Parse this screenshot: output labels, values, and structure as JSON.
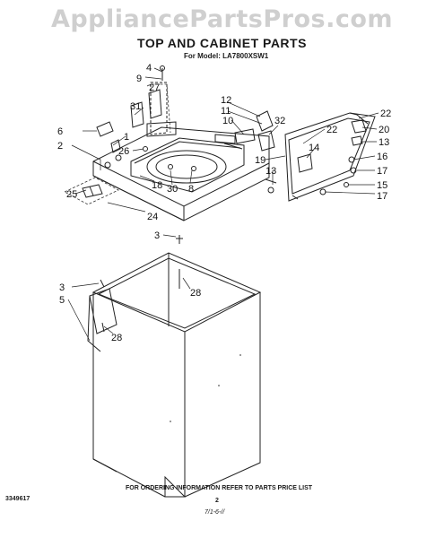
{
  "watermark": "AppliancePartsPros.com",
  "header": {
    "title": "TOP AND CABINET PARTS",
    "model": "For Model: LA7800XSW1"
  },
  "footer": {
    "doc_number": "3349617",
    "ordering_note": "FOR ORDERING INFORMATION REFER TO PARTS PRICE LIST",
    "page_number": "2",
    "handwritten_mark": "7/1-6-//"
  },
  "callouts": [
    "4",
    "9",
    "27",
    "31",
    "6",
    "1",
    "2",
    "26",
    "30",
    "8",
    "18",
    "25",
    "24",
    "12",
    "11",
    "10",
    "32",
    "22",
    "22",
    "20",
    "13",
    "14",
    "16",
    "19",
    "13",
    "17",
    "15",
    "17",
    "3",
    "28",
    "3",
    "5",
    "28"
  ]
}
